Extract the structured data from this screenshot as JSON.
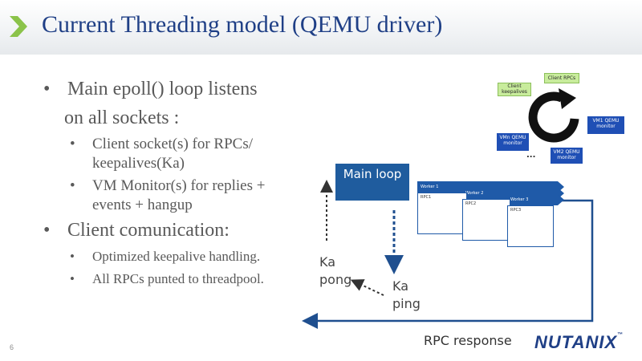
{
  "slide": {
    "title": "Current Threading model (QEMU driver)",
    "number": "6"
  },
  "bullets": {
    "b1_line1": "Main epoll() loop listens",
    "b1_line2": "on all sockets :",
    "b1_sub1": "Client socket(s) for RPCs/ keepalives(Ka)",
    "b1_sub2": "VM Monitor(s) for replies + events + hangup",
    "b2": "Client comunication:",
    "b2_sub1": "Optimized keepalive handling.",
    "b2_sub2": "All RPCs punted to threadpool."
  },
  "diagram": {
    "main_loop": "Main loop",
    "workers": [
      "Worker 1",
      "Worker 2",
      "Worker 3"
    ],
    "rpcs": [
      "RPC1",
      "RPC2",
      "RPC3"
    ],
    "ka_pong_1": "Ka",
    "ka_pong_2": "pong",
    "ka_ping_1": "Ka",
    "ka_ping_2": "ping",
    "rpc_response": "RPC response"
  },
  "inset": {
    "client_keepalives": "Client keepalives",
    "client_rpcs": "Client RPCs",
    "vm1_monitor": "VM1 QEMU monitor",
    "vmn_monitor": "VMn QEMU monitor",
    "vm2_monitor": "VM2 QEMU monitor",
    "ellipsis": "..."
  },
  "logo": {
    "brand": "NUTANIX",
    "trademark": "™"
  },
  "colors": {
    "title": "#1f3f86",
    "accent_green": "#8bc34a",
    "main_loop": "#1f5c9e",
    "worker": "#1f5aa8",
    "arrow": "#1f4f8f"
  }
}
